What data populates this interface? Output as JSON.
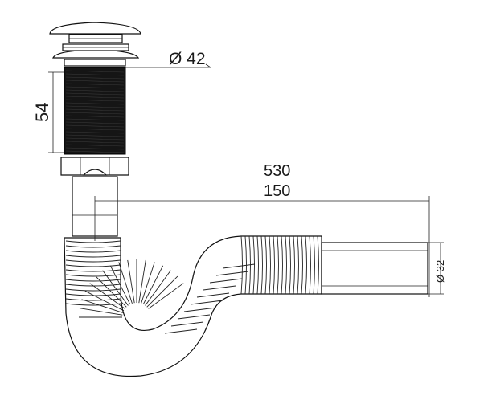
{
  "dimensions": {
    "cap_diameter": "Ø 42",
    "thread_height": "54",
    "total_length": "530",
    "offset_length": "150",
    "pipe_diameter": "Ø 32"
  },
  "colors": {
    "line": "#111111",
    "thread": "#151515",
    "background": "#ffffff"
  }
}
